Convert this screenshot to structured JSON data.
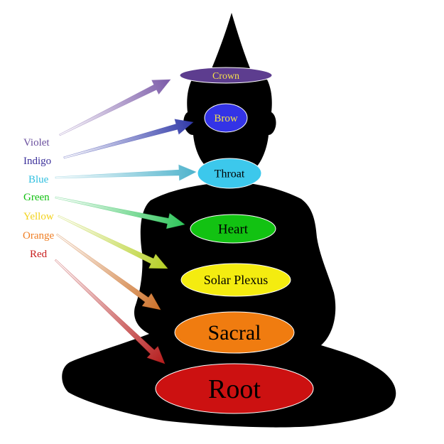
{
  "colors": {
    "silhouette": "#000000",
    "background": "#ffffff"
  },
  "color_labels": [
    {
      "id": "violet",
      "text": "Violet",
      "color": "#6a4f9e"
    },
    {
      "id": "indigo",
      "text": "Indigo",
      "color": "#3a2f9a"
    },
    {
      "id": "blue",
      "text": "Blue",
      "color": "#2fbfdf"
    },
    {
      "id": "green",
      "text": "Green",
      "color": "#11c011"
    },
    {
      "id": "yellow",
      "text": "Yellow",
      "color": "#f2d21a"
    },
    {
      "id": "orange",
      "text": "Orange",
      "color": "#ef7d22"
    },
    {
      "id": "red",
      "text": "Red",
      "color": "#c81e1e"
    }
  ],
  "chakras": [
    {
      "id": "crown",
      "text": "Crown",
      "fill": "#5d3d8f",
      "text_color": "#f5e14a"
    },
    {
      "id": "brow",
      "text": "Brow",
      "fill": "#3333e6",
      "text_color": "#f5e14a"
    },
    {
      "id": "throat",
      "text": "Throat",
      "fill": "#3cc8ec",
      "text_color": "#000000"
    },
    {
      "id": "heart",
      "text": "Heart",
      "fill": "#12c212",
      "text_color": "#000000"
    },
    {
      "id": "solar-plexus",
      "text": "Solar Plexus",
      "fill": "#f4ec10",
      "text_color": "#000000"
    },
    {
      "id": "sacral",
      "text": "Sacral",
      "fill": "#f07c10",
      "text_color": "#000000"
    },
    {
      "id": "root",
      "text": "Root",
      "fill": "#cc1111",
      "text_color": "#000000"
    }
  ],
  "arrows": [
    {
      "id": "violet",
      "color_from": "#ffffff",
      "color_to": "#7b5aa8"
    },
    {
      "id": "indigo",
      "color_from": "#ffffff",
      "color_to": "#2f38a8"
    },
    {
      "id": "blue",
      "color_from": "#ffffff",
      "color_to": "#4fb3cc"
    },
    {
      "id": "green",
      "color_from": "#ffffff",
      "color_to": "#2ec45a"
    },
    {
      "id": "yellow",
      "color_from": "#ffffff",
      "color_to": "#b5cf22"
    },
    {
      "id": "orange",
      "color_from": "#ffffff",
      "color_to": "#cc7028"
    },
    {
      "id": "red",
      "color_from": "#ffffff",
      "color_to": "#b51c1c"
    }
  ]
}
